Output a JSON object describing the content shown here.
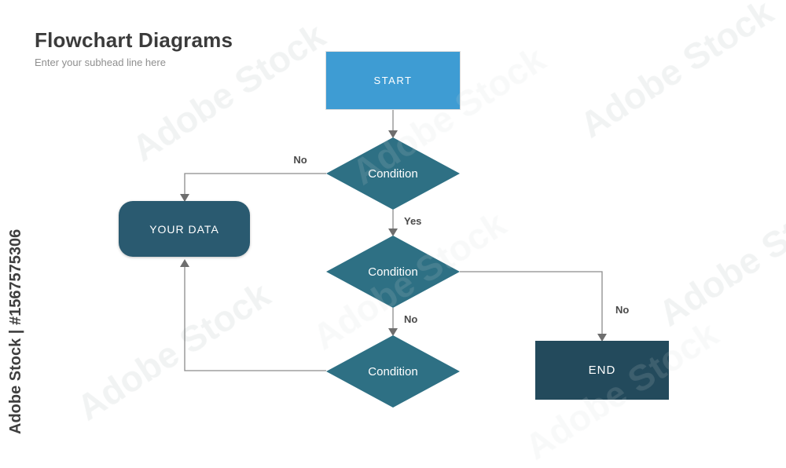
{
  "header": {
    "title": "Flowchart Diagrams",
    "subhead": "Enter your subhead line here"
  },
  "watermark": {
    "side_text": "Adobe Stock | #1567575306",
    "pattern_text": "Adobe Stock"
  },
  "colors": {
    "start": "#3E9CD3",
    "condition": "#2E7084",
    "your_data": "#2A5A70",
    "end": "#234A5C",
    "connector": "#8C8C8C",
    "label": "#4A4A4A"
  },
  "flowchart": {
    "nodes": {
      "start": {
        "label": "START"
      },
      "condition1": {
        "label": "Condition"
      },
      "condition2": {
        "label": "Condition"
      },
      "condition3": {
        "label": "Condition"
      },
      "your_data": {
        "label": "YOUR DATA"
      },
      "end": {
        "label": "END"
      }
    },
    "edge_labels": {
      "cond1_to_yourdata": "No",
      "cond1_to_cond2": "Yes",
      "cond2_to_end": "No",
      "cond2_to_cond3": "No"
    }
  }
}
